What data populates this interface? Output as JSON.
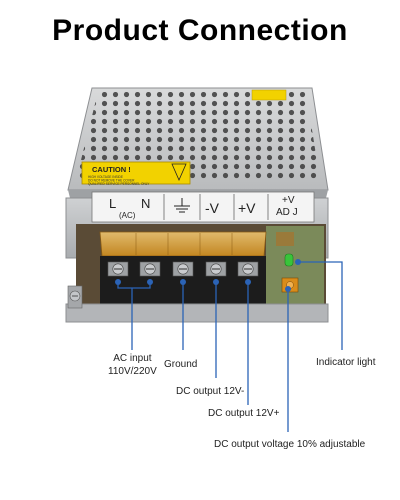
{
  "title": "Product Connection",
  "device": {
    "caution_label": "CAUTION !",
    "caution_small_lines": [
      "HIGH VOLTAGE INSIDE",
      "DO NOT REMOVE THE COVER",
      "QUALIFIED SERVICE PERSONNEL ONLY"
    ],
    "terminal_labels": {
      "l": "L",
      "n": "N",
      "ac": "(AC)",
      "ground_symbol": "⏚",
      "neg_v": "-V",
      "pos_v": "+V",
      "plus_v_adj_top": "+V",
      "plus_v_adj_bottom": "AD J"
    }
  },
  "callouts": {
    "ac_input_line1": "AC input",
    "ac_input_line2": "110V/220V",
    "ground": "Ground",
    "dc_neg": "DC output 12V-",
    "dc_pos": "DC output 12V+",
    "dc_adjust": "DC output voltage 10% adjustable",
    "indicator": "Indicator light"
  },
  "colors": {
    "leader_line": "#2b63b6",
    "caution_yellow": "#f2d200",
    "terminal_orange": "#d98c1a",
    "led_green": "#39c43a"
  }
}
